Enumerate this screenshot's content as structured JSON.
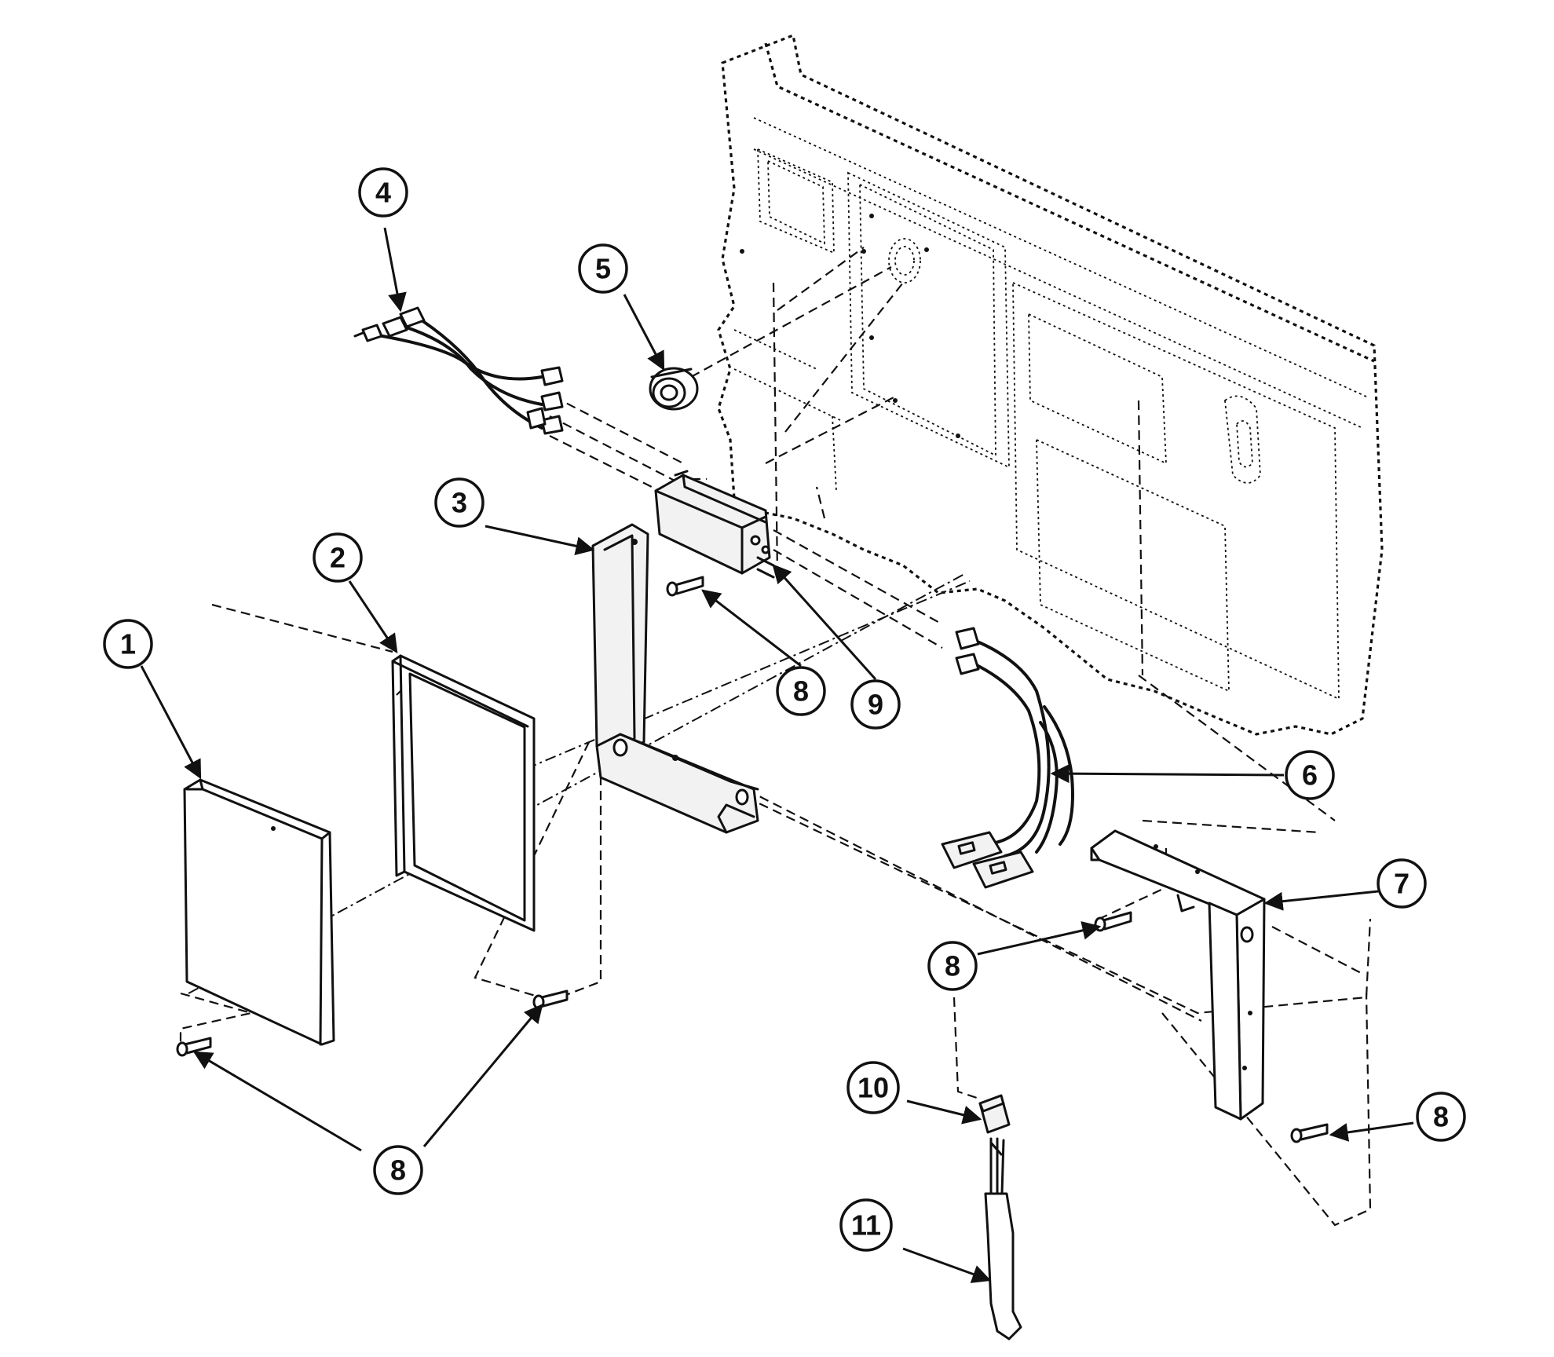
{
  "callouts": {
    "c1": "1",
    "c2": "2",
    "c3": "3",
    "c4": "4",
    "c5": "5",
    "c6": "6",
    "c7": "7",
    "c8a": "8",
    "c8b": "8",
    "c8c": "8",
    "c8d": "8",
    "c9": "9",
    "c10": "10",
    "c11": "11"
  }
}
